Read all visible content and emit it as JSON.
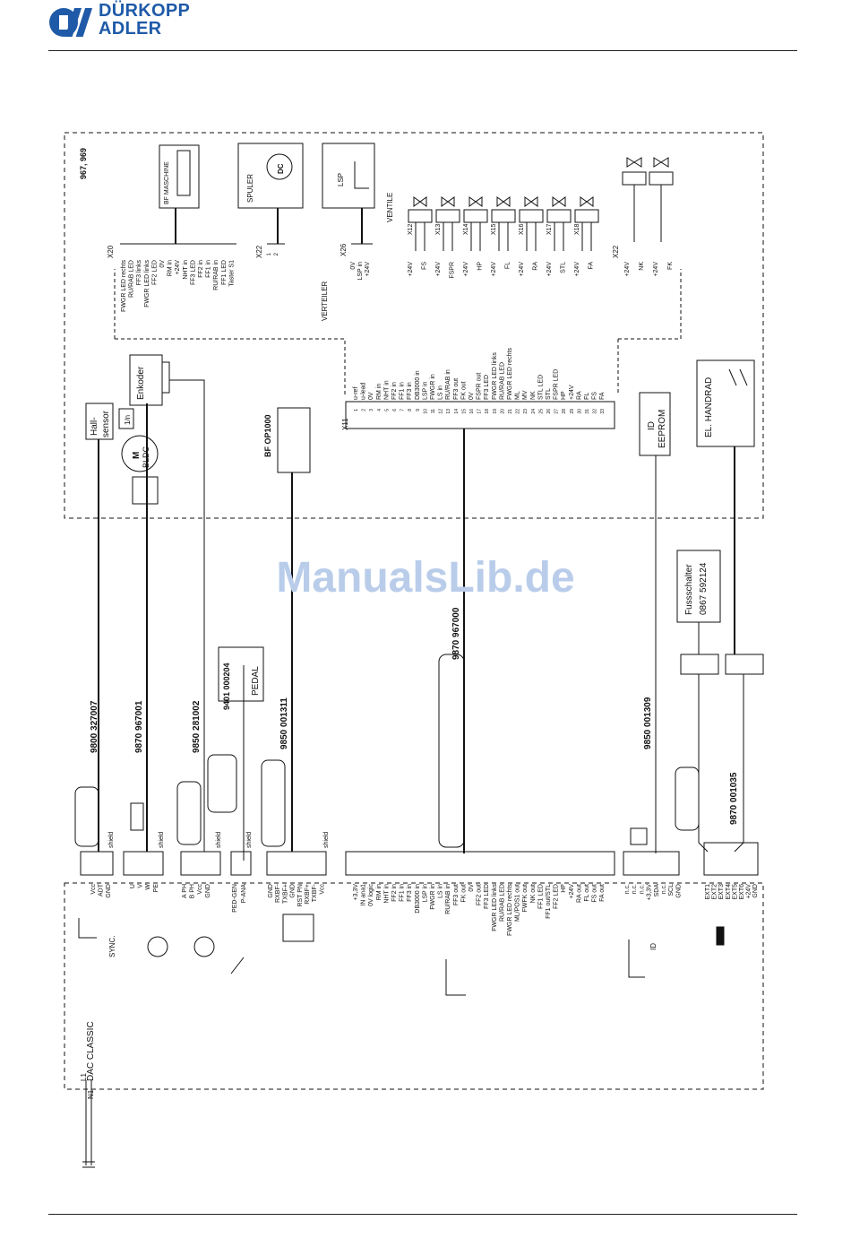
{
  "header": {
    "brand_line1": "DÜRKOPP",
    "brand_line2": "ADLER",
    "brand_color": "#1f5aa8"
  },
  "watermark": {
    "text": "ManualsLib.de",
    "color": "#b9cdea"
  },
  "machine": {
    "models": "967, 969",
    "bf_maschine": "BF MASCHINE",
    "spuler": "SPULER",
    "dc": "DC",
    "lsp": "LSP",
    "ventile": "VENTILE",
    "verteiler": "VERTEILER",
    "enkoder": "Enkoder",
    "one_n": "1/n",
    "hall": "Hall-",
    "sensor": "sensor",
    "motor_m": "M",
    "motor_bldc": "BLDC",
    "bf_op1000": "BF OP1000",
    "id": "ID",
    "eeprom": "EEPROM",
    "el_handrad": "EL. HANDRAD"
  },
  "connectors": {
    "x20": "X20",
    "x22a": "X22",
    "x26": "X26",
    "x11": "X11",
    "x22b": "X22",
    "valves": [
      "X12",
      "X13",
      "X14",
      "X15",
      "X16",
      "X17",
      "X18"
    ]
  },
  "x20_pins": [
    "FWGR LED rechts",
    "RU/RAB LED",
    "FF3 links",
    "FWGR LED links",
    "FF2 LED",
    "0V",
    "RM in",
    "+24V",
    "NHT in",
    "FF3 LED",
    "FF2 in",
    "FF1 in",
    "RU/RAB in",
    "FF1 LED",
    "Taster S1"
  ],
  "x22a_pins": [
    "1",
    "2"
  ],
  "x26_pins": [
    "0V",
    "LSP in",
    "+24V"
  ],
  "valve_pins": [
    "+24V",
    "FS",
    "+24V",
    "FSPR",
    "+24V",
    "HP",
    "+24V",
    "FL",
    "+24V",
    "RA",
    "+24V",
    "STL",
    "+24V",
    "FA"
  ],
  "x22b_pins": [
    "+24V",
    "NK",
    "+24V",
    "FK"
  ],
  "x11_pins": [
    "u-ref",
    "u-lead",
    "0V",
    "RM in",
    "NHT in",
    "FF2 in",
    "FF1 in",
    "FF3 in",
    "DB3000 in",
    "LSP in",
    "FWGR in",
    "LS in",
    "RU/RAB in",
    "FF3 out",
    "FK out",
    "0V",
    "FSPR out",
    "FF3 LED",
    "FWGR LED links",
    "RU/RAB LED",
    "FWGR LED rechts",
    "ML",
    "MV",
    "NK",
    "STL LED",
    "STL",
    "FSPR LED",
    "HP",
    "+24V",
    "RA",
    "FL",
    "FS",
    "FA"
  ],
  "cables": {
    "hall": "9800 327007",
    "motor": "9870 967001",
    "encoder": "9850 281002",
    "pedal_part": "9401 000204",
    "pedal": "PEDAL",
    "op1000": "9850 001311",
    "main": "9870 967000",
    "eeprom": "9850 001309",
    "ext": "9870 001035",
    "fuss1": "Fussschalter",
    "fuss2": "0867 592124"
  },
  "controller": {
    "name": "DAC CLASSIC",
    "l1": "L1",
    "n1": "N1",
    "sync": "SYNC.",
    "shield": "shield",
    "id": "ID"
  },
  "ctrl_sync_pins": [
    "Vcc",
    "ADT",
    "GND"
  ],
  "ctrl_motor_pins": [
    "U",
    "V",
    "W",
    "PE"
  ],
  "ctrl_enc_pins": [
    "A PH",
    "B PH",
    "Vcc",
    "GND"
  ],
  "ctrl_ped_pins": [
    "PED-GEN",
    "P-ANA"
  ],
  "ctrl_op_pins": [
    "GND",
    "RXBF-",
    "TXBF+",
    "GND",
    "RST PN",
    "RXBF+",
    "TXBF-",
    "Vcc"
  ],
  "ctrl_main_pins": [
    "+3,3V",
    "IN ana1",
    "0V logic",
    "RM in",
    "NHT in",
    "FF2 in",
    "FF1 in",
    "FF3 in",
    "DB3000 in",
    "LSP in",
    "FWGR in",
    "LS in",
    "RU/RAB in",
    "FF3 out",
    "FK out",
    "0V",
    "FF2 out",
    "FF3 LED",
    "FWGR LED links",
    "RU/RAB LED",
    "FWGR LED rechts",
    "ML/POS1 out",
    "FWFK out",
    "NK out",
    "FF1 LED",
    "FF1 out/STL",
    "FF2 LED",
    "HP",
    "+24V",
    "RA out",
    "FL out",
    "FS out",
    "FA out"
  ],
  "ctrl_id_pins": [
    "n.c.",
    "n.c.",
    "n.c.",
    "+3,3V",
    "SDA",
    "n.c.",
    "SCL",
    "GND"
  ],
  "ctrl_ext_pins": [
    "EXT1",
    "EXT2",
    "EXT3",
    "EXT4",
    "EXT5",
    "EXT6",
    "+24V",
    "GND"
  ]
}
